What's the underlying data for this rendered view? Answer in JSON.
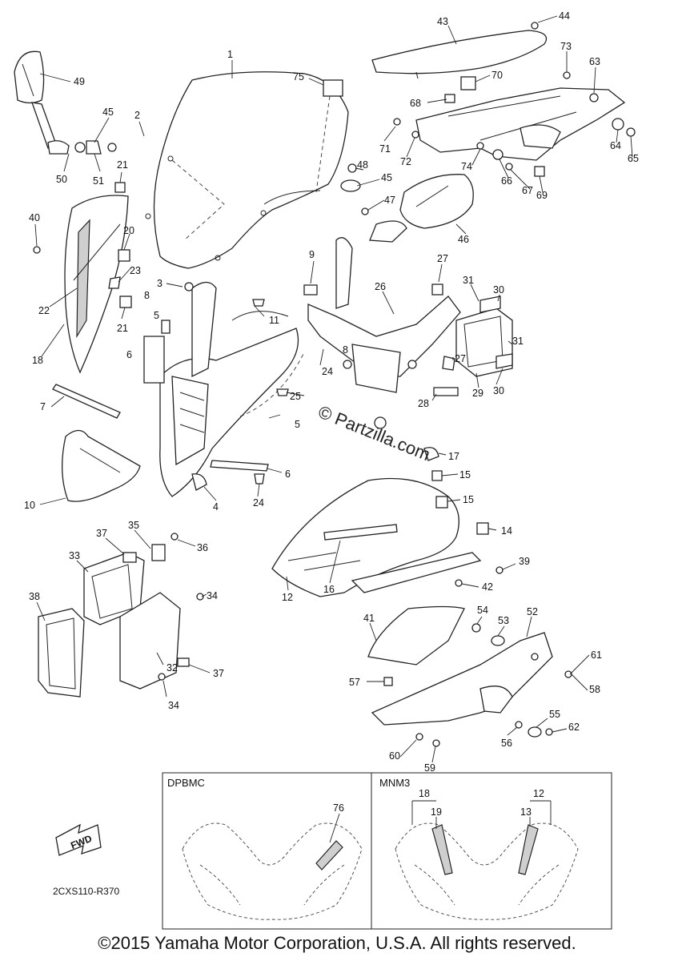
{
  "diagram": {
    "watermark": "© Partzilla.com",
    "figure_code": "2CXS110-R370",
    "fwd_label": "FWD",
    "copyright": "©2015 Yamaha Motor Corporation, U.S.A. All rights reserved.",
    "insets": [
      {
        "title": "DPBMC",
        "callouts": [
          "76"
        ]
      },
      {
        "title": "MNM3",
        "callouts": [
          "18",
          "19",
          "12",
          "13"
        ]
      }
    ],
    "callout_numbers": [
      "1",
      "2",
      "3",
      "4",
      "5",
      "6",
      "7",
      "8",
      "9",
      "10",
      "11",
      "12",
      "13",
      "14",
      "15",
      "16",
      "17",
      "18",
      "19",
      "20",
      "21",
      "22",
      "23",
      "24",
      "25",
      "26",
      "27",
      "28",
      "29",
      "30",
      "31",
      "32",
      "33",
      "34",
      "35",
      "36",
      "37",
      "38",
      "39",
      "40",
      "41",
      "42",
      "43",
      "44",
      "45",
      "46",
      "47",
      "48",
      "49",
      "50",
      "51",
      "52",
      "53",
      "54",
      "55",
      "56",
      "57",
      "58",
      "59",
      "60",
      "61",
      "62",
      "63",
      "64",
      "65",
      "66",
      "67",
      "68",
      "69",
      "70",
      "71",
      "72",
      "73",
      "74",
      "75",
      "76"
    ]
  }
}
